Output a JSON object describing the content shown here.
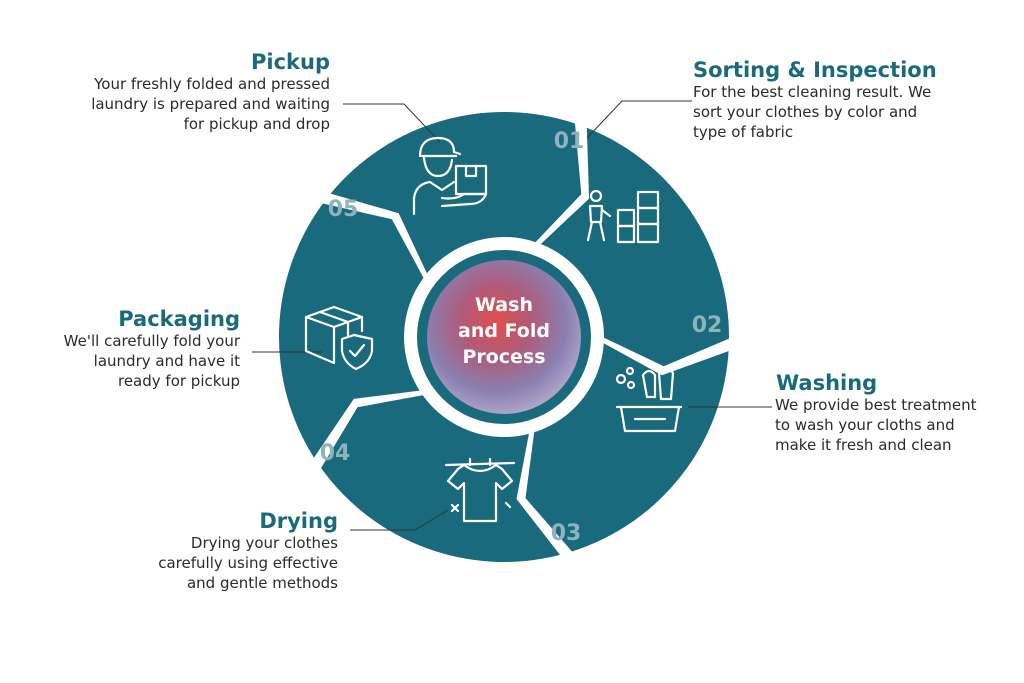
{
  "center": {
    "lines": [
      "Wash",
      "and Fold",
      "Process"
    ]
  },
  "steps": [
    {
      "number": "01",
      "title": "Sorting & Inspection",
      "description": "For the best cleaning result. We\nsort your clothes by color and\ntype of fabric",
      "icon": "sorting-boxes-icon"
    },
    {
      "number": "02",
      "title": "Washing",
      "description": "We provide best treatment\nto wash your cloths and\nmake it fresh and clean",
      "icon": "washing-tub-icon"
    },
    {
      "number": "03",
      "title": "Drying",
      "description": "Drying your clothes\ncarefully using effective\nand gentle methods",
      "icon": "hanging-shirt-icon"
    },
    {
      "number": "04",
      "title": "Packaging",
      "description": "We'll carefully fold your\nlaundry and have it\nready for pickup",
      "icon": "package-check-icon"
    },
    {
      "number": "05",
      "title": "Pickup",
      "description": "Your freshly folded and pressed\nlaundry is prepared and waiting\nfor pickup and drop",
      "icon": "delivery-person-icon"
    }
  ],
  "colors": {
    "segment": "#1a6a7d",
    "title": "#1a6a7d",
    "number": "#8fb3bd",
    "text": "#2b2b2b"
  }
}
